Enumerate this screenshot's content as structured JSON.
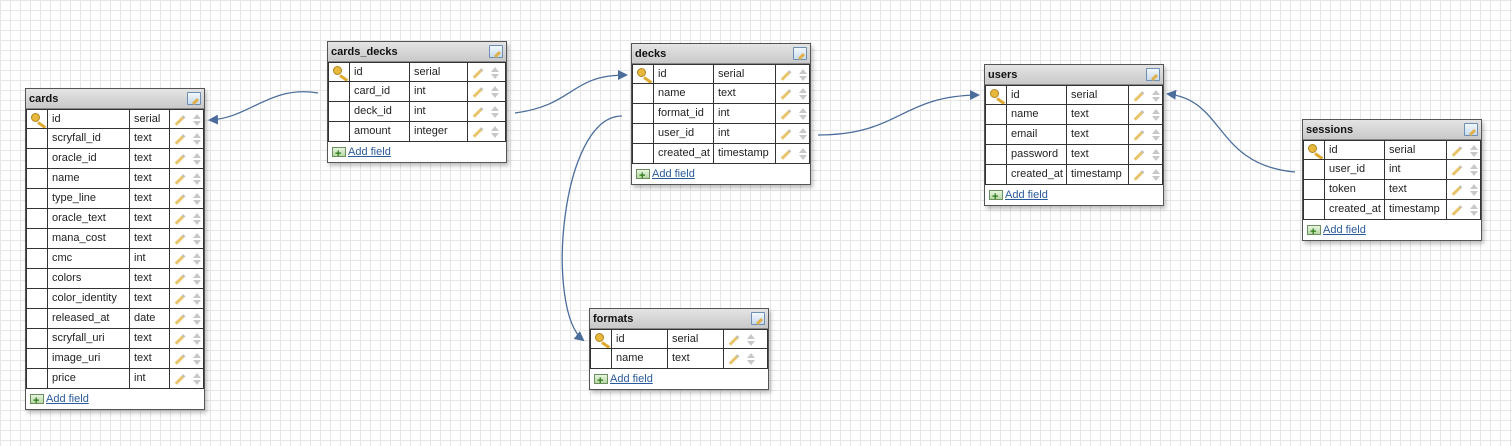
{
  "add_field_label": "Add field",
  "tables": {
    "cards": {
      "title": "cards",
      "rows": [
        {
          "name": "id",
          "type": "serial",
          "pk": true
        },
        {
          "name": "scryfall_id",
          "type": "text"
        },
        {
          "name": "oracle_id",
          "type": "text"
        },
        {
          "name": "name",
          "type": "text"
        },
        {
          "name": "type_line",
          "type": "text"
        },
        {
          "name": "oracle_text",
          "type": "text"
        },
        {
          "name": "mana_cost",
          "type": "text"
        },
        {
          "name": "cmc",
          "type": "int"
        },
        {
          "name": "colors",
          "type": "text"
        },
        {
          "name": "color_identity",
          "type": "text"
        },
        {
          "name": "released_at",
          "type": "date"
        },
        {
          "name": "scryfall_uri",
          "type": "text"
        },
        {
          "name": "image_uri",
          "type": "text"
        },
        {
          "name": "price",
          "type": "int"
        }
      ]
    },
    "cards_decks": {
      "title": "cards_decks",
      "rows": [
        {
          "name": "id",
          "type": "serial",
          "pk": true
        },
        {
          "name": "card_id",
          "type": "int"
        },
        {
          "name": "deck_id",
          "type": "int"
        },
        {
          "name": "amount",
          "type": "integer"
        }
      ]
    },
    "decks": {
      "title": "decks",
      "rows": [
        {
          "name": "id",
          "type": "serial",
          "pk": true
        },
        {
          "name": "name",
          "type": "text"
        },
        {
          "name": "format_id",
          "type": "int"
        },
        {
          "name": "user_id",
          "type": "int"
        },
        {
          "name": "created_at",
          "type": "timestamp"
        }
      ]
    },
    "formats": {
      "title": "formats",
      "rows": [
        {
          "name": "id",
          "type": "serial",
          "pk": true
        },
        {
          "name": "name",
          "type": "text"
        }
      ]
    },
    "users": {
      "title": "users",
      "rows": [
        {
          "name": "id",
          "type": "serial",
          "pk": true
        },
        {
          "name": "name",
          "type": "text"
        },
        {
          "name": "email",
          "type": "text"
        },
        {
          "name": "password",
          "type": "text"
        },
        {
          "name": "created_at",
          "type": "timestamp"
        }
      ]
    },
    "sessions": {
      "title": "sessions",
      "rows": [
        {
          "name": "id",
          "type": "serial",
          "pk": true
        },
        {
          "name": "user_id",
          "type": "int"
        },
        {
          "name": "token",
          "type": "text"
        },
        {
          "name": "created_at",
          "type": "timestamp"
        }
      ]
    }
  },
  "relations": [
    {
      "from": "cards_decks.card_id",
      "to": "cards.id"
    },
    {
      "from": "cards_decks.deck_id",
      "to": "decks.id"
    },
    {
      "from": "decks.format_id",
      "to": "formats.id"
    },
    {
      "from": "decks.user_id",
      "to": "users.id"
    },
    {
      "from": "sessions.user_id",
      "to": "users.id"
    }
  ],
  "colors": {
    "relation_line": "#4a6d9c",
    "link": "#2a5a9a",
    "title_bar": "#d4d4d4"
  }
}
